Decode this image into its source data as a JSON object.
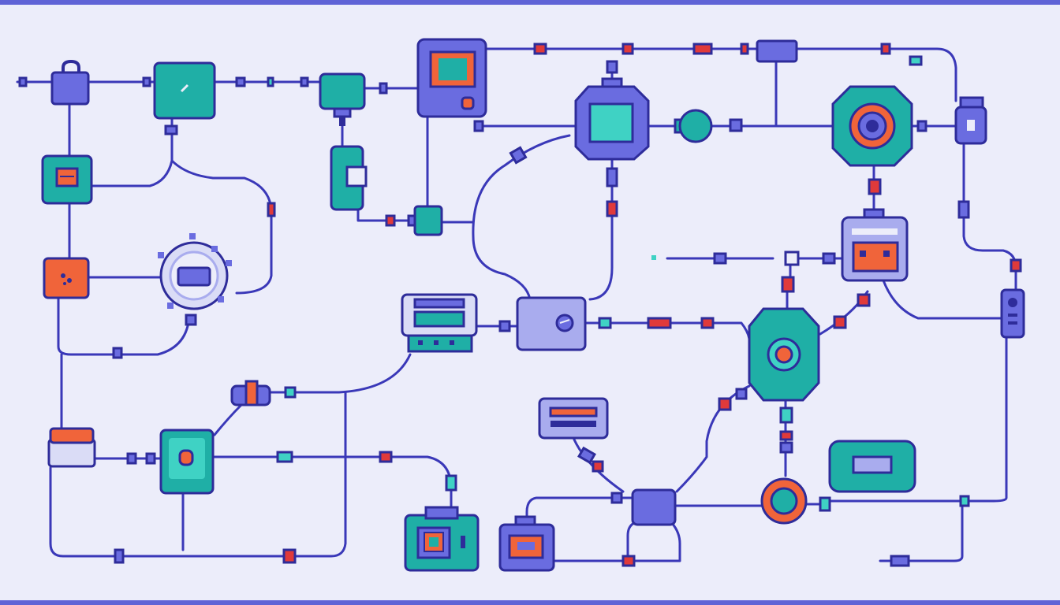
{
  "diagram": {
    "type": "pixel-art network of devices connected by wires",
    "text_labels": [],
    "colors": {
      "background": "#ECEDFA",
      "frame": "#5F63D6",
      "wire": "#3A38B8",
      "outline": "#2E2C9A",
      "teal": "#1FAFA6",
      "teal_light": "#3FD2C4",
      "violet": "#6A6CE0",
      "violet_light": "#A9ACEE",
      "orange": "#F0643A",
      "red": "#E03A3A",
      "white": "#FFFFFF"
    },
    "devices": [
      {
        "id": "padlock",
        "kind": "padlock"
      },
      {
        "id": "teal-box",
        "kind": "box"
      },
      {
        "id": "small-panel",
        "kind": "panel"
      },
      {
        "id": "orange-module",
        "kind": "module"
      },
      {
        "id": "gear-hub",
        "kind": "gear"
      },
      {
        "id": "dual-tray",
        "kind": "tray"
      },
      {
        "id": "bottom-left-box",
        "kind": "box"
      },
      {
        "id": "teal-connector",
        "kind": "connector"
      },
      {
        "id": "monitor",
        "kind": "monitor"
      },
      {
        "id": "small-square",
        "kind": "square"
      },
      {
        "id": "c-clamp",
        "kind": "clamp"
      },
      {
        "id": "central-octagon",
        "kind": "octagon"
      },
      {
        "id": "teal-ball",
        "kind": "sphere"
      },
      {
        "id": "top-bar-tag",
        "kind": "tag"
      },
      {
        "id": "camera-lens",
        "kind": "lens"
      },
      {
        "id": "plug",
        "kind": "plug"
      },
      {
        "id": "router",
        "kind": "router"
      },
      {
        "id": "vertical-remote",
        "kind": "remote"
      },
      {
        "id": "printer",
        "kind": "printer"
      },
      {
        "id": "knob-box",
        "kind": "knob"
      },
      {
        "id": "teal-octagon",
        "kind": "octagon"
      },
      {
        "id": "tag-box",
        "kind": "tag"
      },
      {
        "id": "bottom-hub",
        "kind": "hub"
      },
      {
        "id": "radio",
        "kind": "radio"
      },
      {
        "id": "display-unit",
        "kind": "display"
      },
      {
        "id": "ring-device",
        "kind": "ring"
      },
      {
        "id": "teal-pill",
        "kind": "pill"
      },
      {
        "id": "speaker-box",
        "kind": "speaker"
      },
      {
        "id": "handle-connector",
        "kind": "connector"
      }
    ]
  }
}
